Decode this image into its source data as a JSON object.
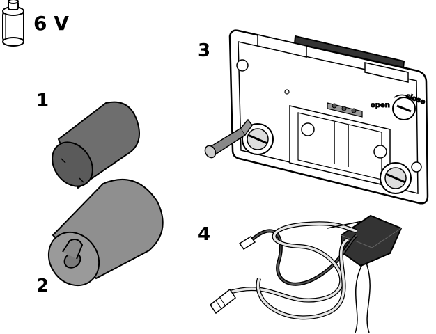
{
  "labels": {
    "voltage": "6 V",
    "part_1": "1",
    "part_2": "2",
    "part_3": "3",
    "part_4": "4",
    "knob_open": "open",
    "knob_close": "close"
  },
  "colors": {
    "outline": "#000000",
    "dark_fill": "#6e6e6e",
    "mid_fill": "#8f8f8f",
    "light_fill": "#e6e6e6",
    "black_fill": "#333333"
  },
  "icons": [
    "battery-icon",
    "dark-cylinder-1",
    "gray-cylinder-2",
    "mounting-plate-3",
    "cable-harness-4"
  ]
}
